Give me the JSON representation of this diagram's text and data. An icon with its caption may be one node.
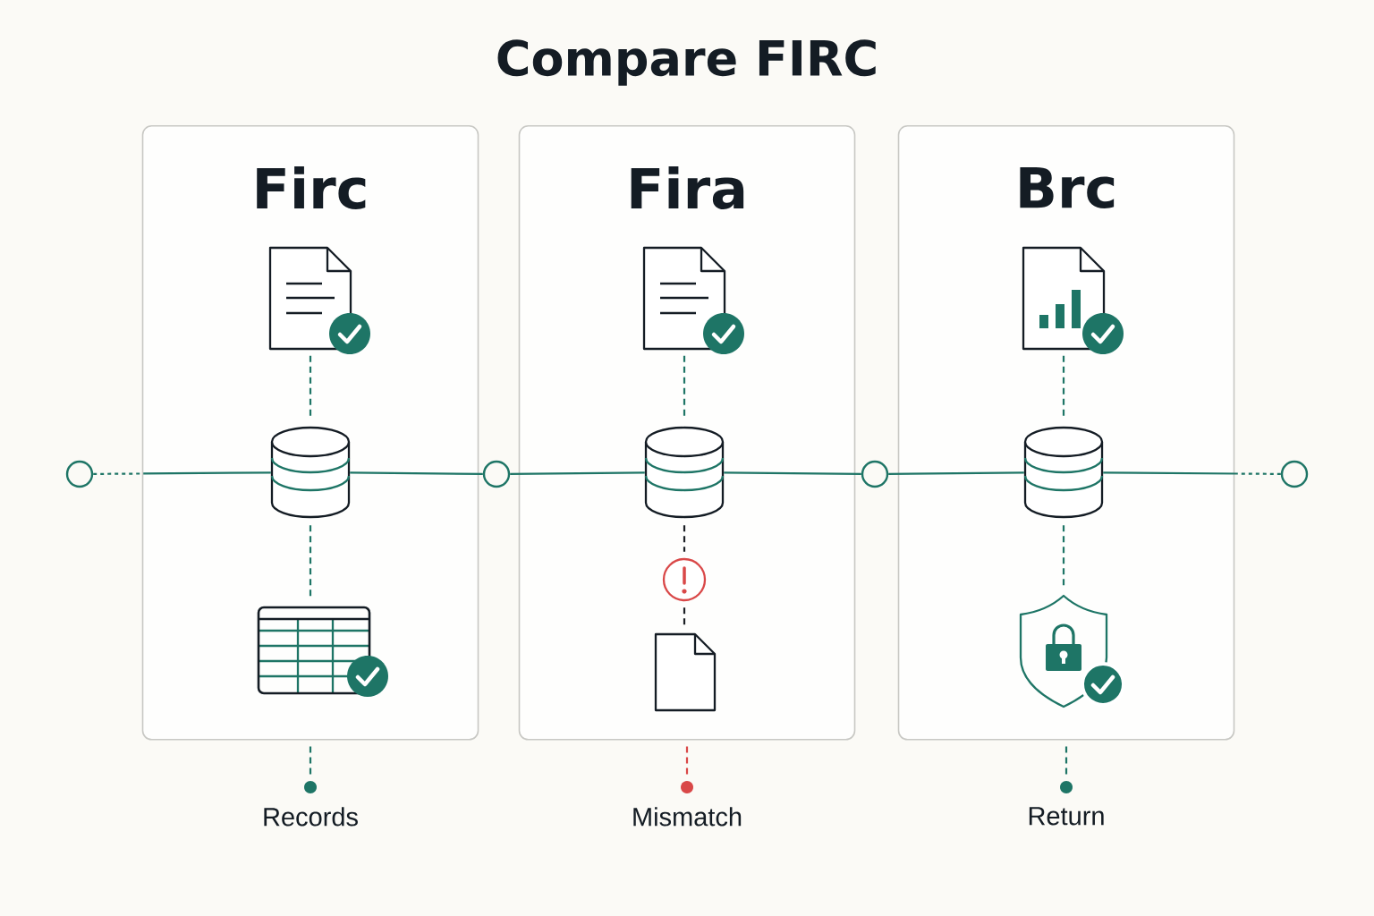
{
  "diagram": {
    "title": "Compare FIRC",
    "nodes": [
      {
        "text": [
          "Firc"
        ]
      },
      {
        "text": [],
        "shape": "document",
        "in": 0
      },
      {
        "text": [],
        "shape": "cylinder",
        "in": 0
      },
      {
        "text": [],
        "shape": "table",
        "in": 0
      },
      {
        "text": [
          "Fira"
        ]
      },
      {
        "text": [],
        "shape": "document",
        "in": 4
      },
      {
        "text": [],
        "shape": "cylinder",
        "in": 4
      },
      {
        "text": [],
        "shape": "circle",
        "in": 4
      },
      {
        "text": [],
        "shape": "document",
        "in": 4
      },
      {
        "text": [
          "Brc"
        ]
      },
      {
        "text": [],
        "shape": "document",
        "in": 9
      },
      {
        "text": [],
        "shape": "cylinder",
        "in": 9
      },
      {
        "text": [],
        "shape": "shield",
        "in": 9
      },
      {
        "text": [],
        "shape": "circle"
      },
      {
        "text": [],
        "shape": "circle"
      },
      {
        "text": [],
        "shape": "circle"
      },
      {
        "text": [],
        "shape": "circle"
      },
      {
        "text": [],
        "shape": "circle",
        "beside": [
          "Records"
        ]
      },
      {
        "text": [],
        "shape": "circle",
        "beside": [
          "Mismatch"
        ]
      },
      {
        "text": [],
        "shape": "circle",
        "beside": [
          "Return"
        ]
      }
    ],
    "edges": [
      {
        "from": 13,
        "to": 2,
        "arrow": "none",
        "style": "dashed"
      },
      {
        "from": 2,
        "to": 14,
        "arrow": "none"
      },
      {
        "from": 14,
        "to": 6,
        "arrow": "none"
      },
      {
        "from": 6,
        "to": 15,
        "arrow": "none"
      },
      {
        "from": 15,
        "to": 11,
        "arrow": "none"
      },
      {
        "from": 11,
        "to": 16,
        "arrow": "none",
        "style": "dashed"
      },
      {
        "from": 1,
        "to": 2,
        "arrow": "none",
        "style": "dashed"
      },
      {
        "from": 2,
        "to": 3,
        "arrow": "none",
        "style": "dashed"
      },
      {
        "from": 5,
        "to": 6,
        "arrow": "none",
        "style": "dashed"
      },
      {
        "from": 6,
        "to": 7,
        "arrow": "none",
        "style": "dashed",
        "color": "#1b1f24"
      },
      {
        "from": 7,
        "to": 8,
        "arrow": "none",
        "style": "dashed",
        "color": "#1b1f24"
      },
      {
        "from": 10,
        "to": 11,
        "arrow": "none",
        "style": "dashed"
      },
      {
        "from": 11,
        "to": 12,
        "arrow": "none",
        "style": "dashed"
      },
      {
        "from": 0,
        "to": 17,
        "arrow": "none",
        "style": "dashed"
      },
      {
        "from": 4,
        "to": 18,
        "arrow": "none",
        "style": "dashed",
        "color": "#d94848"
      },
      {
        "from": 9,
        "to": 19,
        "arrow": "none",
        "style": "dashed"
      }
    ]
  }
}
